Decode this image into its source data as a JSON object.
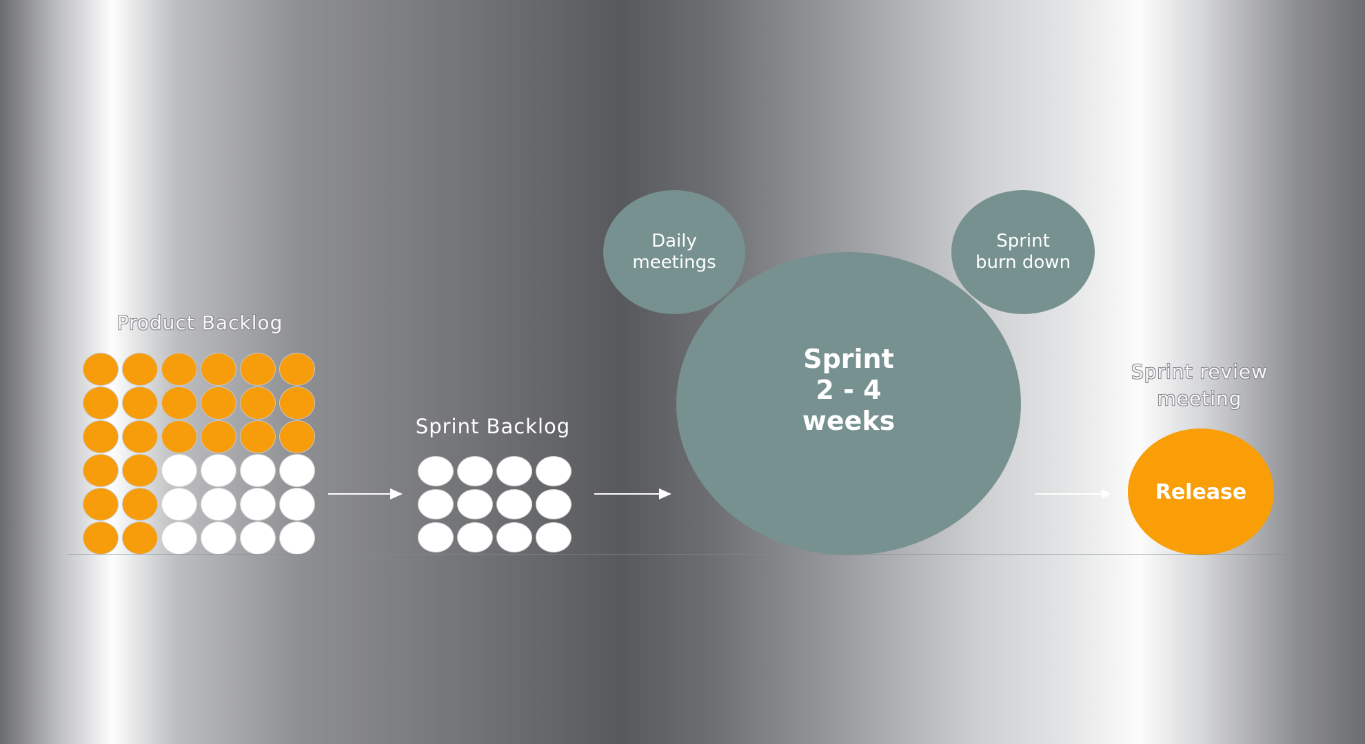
{
  "product_backlog": {
    "title": "Product Backlog",
    "columns": 6,
    "rows": [
      [
        "done",
        "done",
        "done",
        "done",
        "done",
        "done"
      ],
      [
        "done",
        "done",
        "done",
        "done",
        "done",
        "done"
      ],
      [
        "done",
        "done",
        "done",
        "done",
        "done",
        "done"
      ],
      [
        "done",
        "done",
        "todo",
        "todo",
        "todo",
        "todo"
      ],
      [
        "done",
        "done",
        "todo",
        "todo",
        "todo",
        "todo"
      ],
      [
        "done",
        "done",
        "todo",
        "todo",
        "todo",
        "todo"
      ]
    ]
  },
  "sprint_backlog": {
    "title": "Sprint Backlog",
    "columns": 4,
    "rows": [
      [
        "todo",
        "todo",
        "todo",
        "todo"
      ],
      [
        "todo",
        "todo",
        "todo",
        "todo"
      ],
      [
        "todo",
        "todo",
        "todo",
        "todo"
      ]
    ]
  },
  "daily_meetings": {
    "label": "Daily\nmeetings"
  },
  "sprint_burn_down": {
    "label": "Sprint\nburn down"
  },
  "sprint": {
    "label": "Sprint\n2 - 4\nweeks"
  },
  "sprint_review": {
    "label": "Sprint review\nmeeting"
  },
  "release": {
    "label": "Release"
  },
  "colors": {
    "backlog_done": "#f79c0a",
    "backlog_todo": "#ffffff",
    "sprint_bubble": "#76918f",
    "release": "#f99e06",
    "arrow": "#ffffff"
  }
}
